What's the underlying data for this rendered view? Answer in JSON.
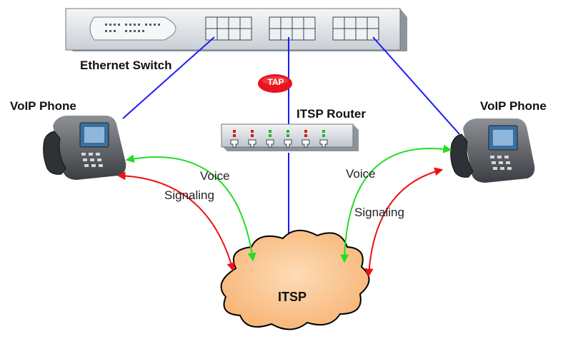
{
  "labels": {
    "ethernet_switch": "Ethernet Switch",
    "voip_phone_left": "VoIP Phone",
    "voip_phone_right": "VoIP Phone",
    "itsp_router": "ITSP Router",
    "tap": "TAP",
    "itsp": "ITSP",
    "voice_left": "Voice",
    "signaling_left": "Signaling",
    "voice_right": "Voice",
    "signaling_right": "Signaling"
  },
  "colors": {
    "link_line": "#1a1aff",
    "voice_arrow": "#22dd22",
    "signaling_arrow": "#ee1111",
    "tap_badge": "#e8141e",
    "cloud_fill": "#fbc58e",
    "cloud_stroke": "#000000",
    "switch_body": "#e7ebee",
    "router_body": "#e4e8ec",
    "led_red": "#d81818",
    "led_green": "#22bb22"
  },
  "router": {
    "led_colors": [
      "red",
      "red",
      "green",
      "green",
      "red",
      "green"
    ]
  }
}
